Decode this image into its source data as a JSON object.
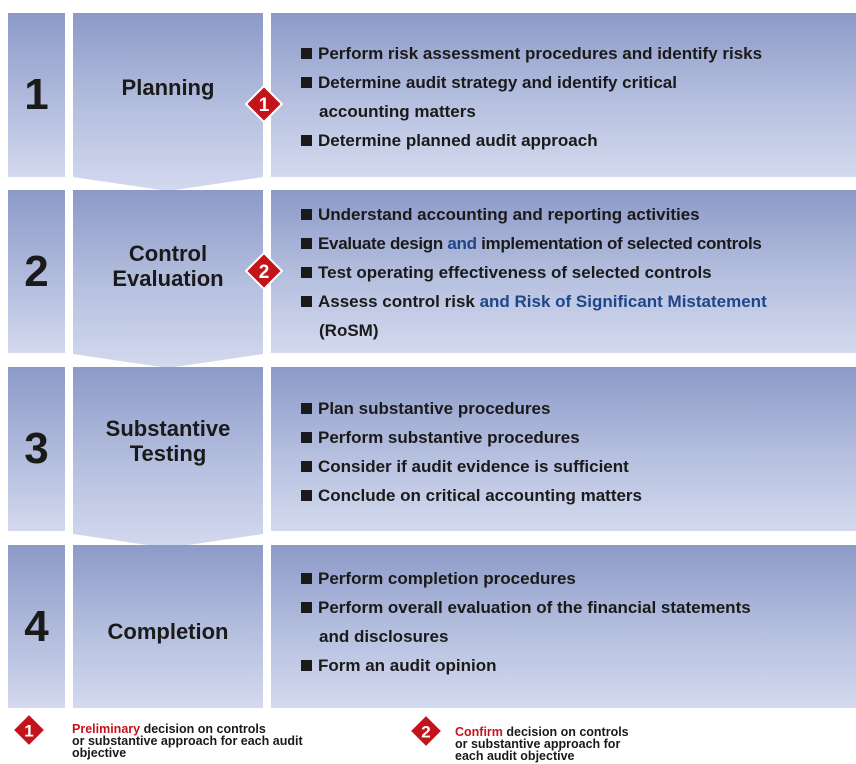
{
  "steps": [
    {
      "number": "1",
      "phase": "Planning",
      "marker": "1",
      "items": [
        {
          "prefix": "Perform risk assessment procedures and identify risks",
          "highlight": "",
          "suffix": ""
        },
        {
          "prefix": "Determine audit strategy and identify critical",
          "highlight": "",
          "suffix": ""
        },
        {
          "prefix": "accounting matters",
          "highlight": "",
          "suffix": ""
        },
        {
          "prefix": "Determine planned audit approach",
          "highlight": "",
          "suffix": ""
        }
      ]
    },
    {
      "number": "2",
      "phase": "Control\nEvaluation",
      "marker": "2",
      "items": [
        {
          "prefix": "Understand accounting and reporting activities",
          "highlight": "",
          "suffix": ""
        },
        {
          "prefix": "Evaluate design ",
          "highlight": "and",
          "suffix": " implementation of selected controls"
        },
        {
          "prefix": "Test operating effectiveness of selected controls",
          "highlight": "",
          "suffix": ""
        },
        {
          "prefix": "Assess control risk ",
          "highlight": "and Risk of Significant Mistatement",
          "suffix": ""
        },
        {
          "prefix": "",
          "highlight": "(RoSM)",
          "suffix": ""
        }
      ]
    },
    {
      "number": "3",
      "phase": "Substantive\nTesting",
      "items": [
        {
          "prefix": "Plan substantive procedures",
          "highlight": "",
          "suffix": ""
        },
        {
          "prefix": "Perform substantive procedures",
          "highlight": "",
          "suffix": ""
        },
        {
          "prefix": "Consider if audit evidence is sufficient",
          "highlight": "",
          "suffix": ""
        },
        {
          "prefix": "Conclude on critical accounting matters",
          "highlight": "",
          "suffix": ""
        }
      ]
    },
    {
      "number": "4",
      "phase": "Completion",
      "items": [
        {
          "prefix": "Perform completion procedures",
          "highlight": "",
          "suffix": ""
        },
        {
          "prefix": "Perform overall evaluation of the financial statements",
          "highlight": "",
          "suffix": ""
        },
        {
          "prefix": "and disclosures",
          "highlight": "",
          "suffix": ""
        },
        {
          "prefix": "Form an audit opinion",
          "highlight": "",
          "suffix": ""
        }
      ]
    }
  ],
  "legend": [
    {
      "marker": "1",
      "highlight": "Preliminary",
      "rest": " decision on controls",
      "line2": "or substantive approach for each audit",
      "line3": "objective"
    },
    {
      "marker": "2",
      "highlight": "Confirm",
      "rest": " decision on controls",
      "line2": "or substantive approach for",
      "line3": "each audit objective"
    }
  ],
  "colors": {
    "box": "#a7b2d8",
    "accent_blue": "#1e4688",
    "marker_red": "#c3141c"
  }
}
